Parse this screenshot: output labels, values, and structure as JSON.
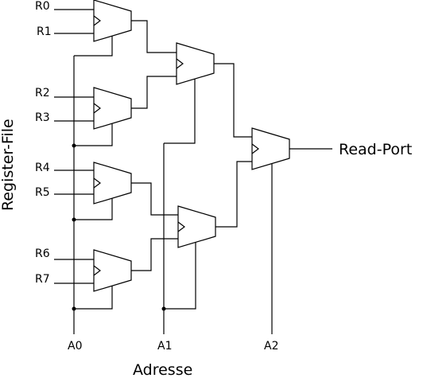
{
  "inputs": [
    "R0",
    "R1",
    "R2",
    "R3",
    "R4",
    "R5",
    "R6",
    "R7"
  ],
  "address_bits": [
    "A0",
    "A1",
    "A2"
  ],
  "output_label": "Read-Port",
  "side_label": "Register-File",
  "bottom_label": "Adresse"
}
